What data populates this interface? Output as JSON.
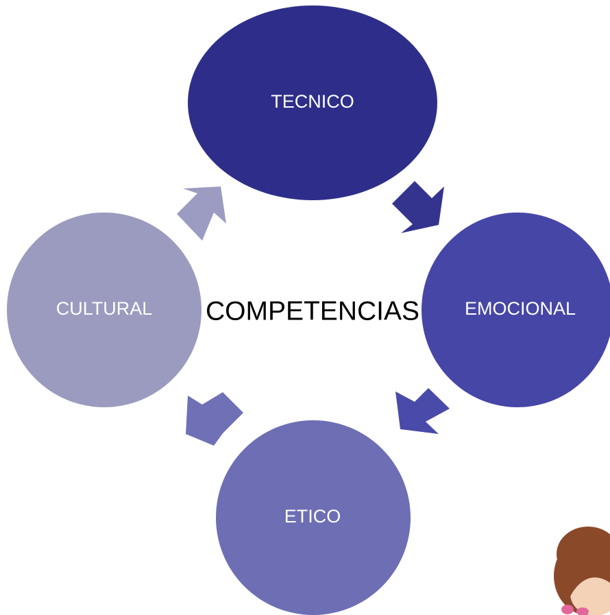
{
  "diagram": {
    "center_label": "COMPETENCIAS",
    "nodes": [
      {
        "id": "tecnico",
        "label": "TECNICO",
        "color": "#2e2e8a"
      },
      {
        "id": "emocional",
        "label": "EMOCIONAL",
        "color": "#4646a6"
      },
      {
        "id": "etico",
        "label": "ETICO",
        "color": "#6e6eb4"
      },
      {
        "id": "cultural",
        "label": "CULTURAL",
        "color": "#9b9bc0"
      }
    ],
    "arrows": [
      {
        "from": "tecnico",
        "to": "emocional",
        "color": "#34348f"
      },
      {
        "from": "emocional",
        "to": "etico",
        "color": "#4a4aaa"
      },
      {
        "from": "etico",
        "to": "cultural",
        "color": "#7070b6"
      },
      {
        "from": "cultural",
        "to": "tecnico",
        "color": "#9c9cc2"
      }
    ]
  },
  "illustration": {
    "icon": "cartoon-girl-icon",
    "hair_color": "#8a4a2a",
    "bow_color": "#e2679a"
  }
}
